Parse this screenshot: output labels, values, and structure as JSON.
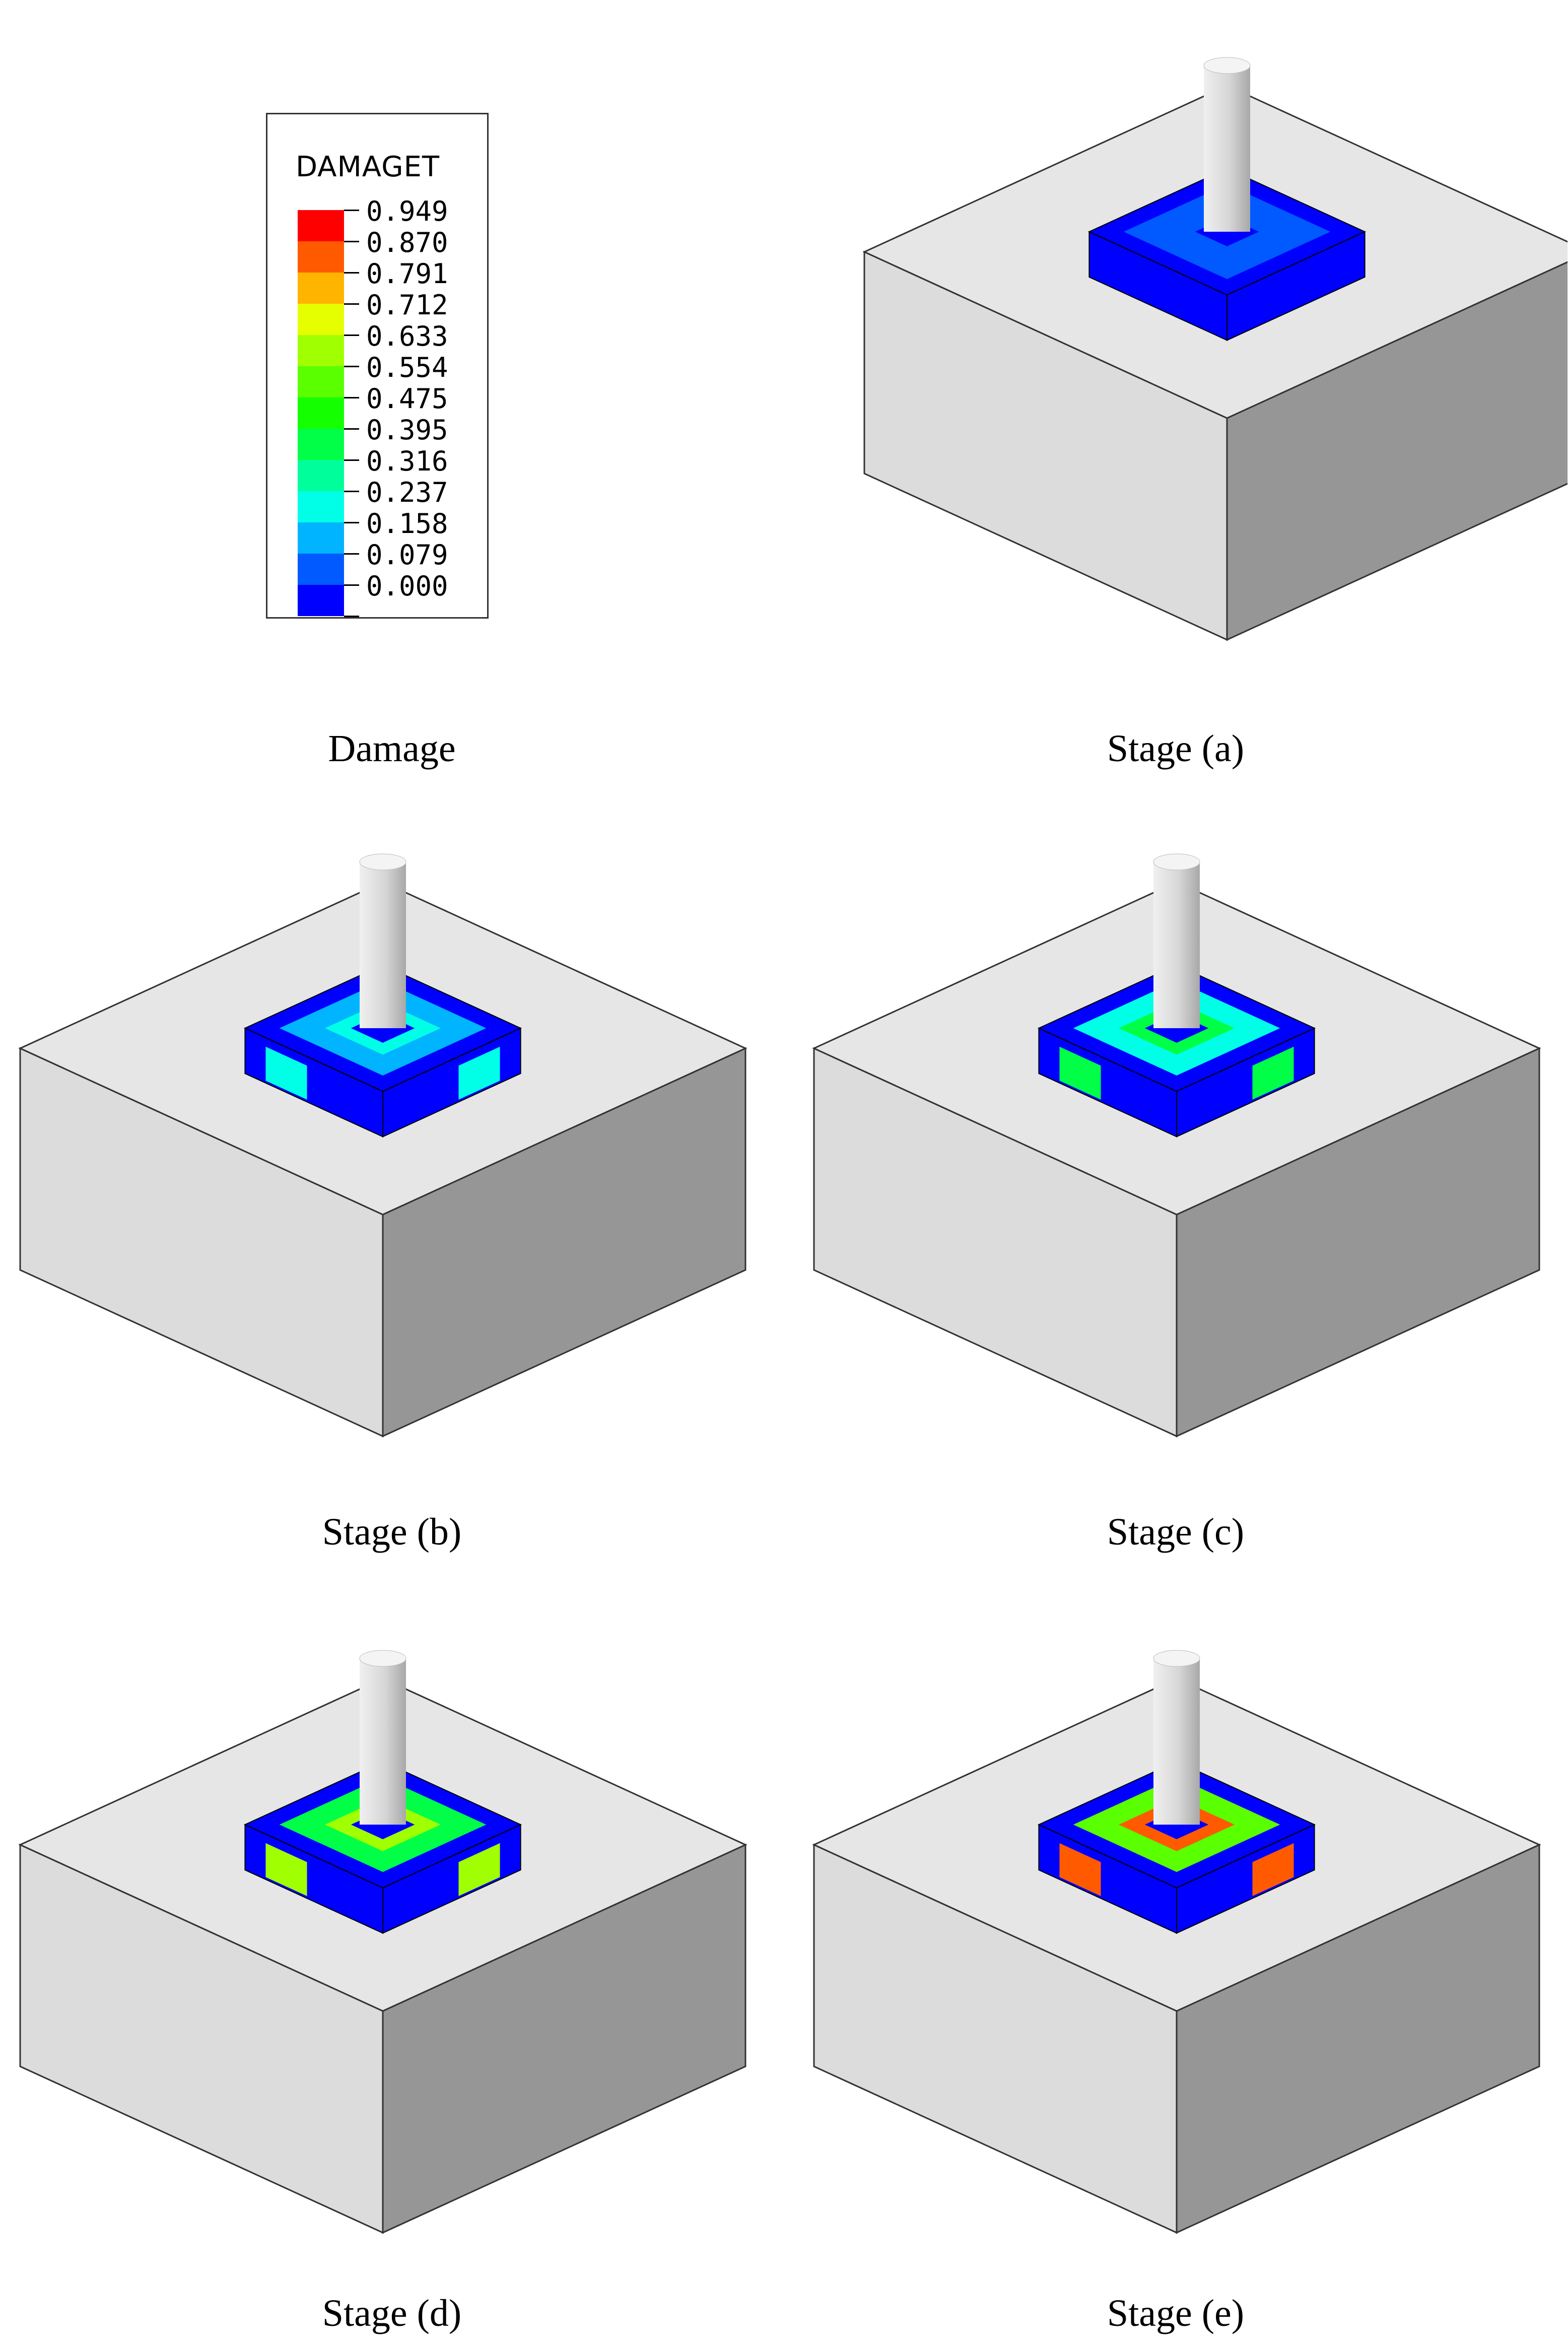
{
  "legend": {
    "title": "DAMAGET",
    "bands": [
      {
        "label": "0.949",
        "color": "#ff0000"
      },
      {
        "label": "0.870",
        "color": "#ff5a00"
      },
      {
        "label": "0.791",
        "color": "#ffb400"
      },
      {
        "label": "0.712",
        "color": "#e6ff00"
      },
      {
        "label": "0.633",
        "color": "#a0ff00"
      },
      {
        "label": "0.554",
        "color": "#5aff00"
      },
      {
        "label": "0.475",
        "color": "#14ff00"
      },
      {
        "label": "0.395",
        "color": "#00ff46"
      },
      {
        "label": "0.316",
        "color": "#00ff9a"
      },
      {
        "label": "0.237",
        "color": "#00ffe6"
      },
      {
        "label": "0.158",
        "color": "#00b4ff"
      },
      {
        "label": "0.079",
        "color": "#005aff"
      },
      {
        "label": "0.000",
        "color": "#0000ff"
      }
    ]
  },
  "panels": [
    {
      "id": "damage",
      "caption": "Damage"
    },
    {
      "id": "a",
      "caption": "Stage (a)",
      "damage_level": 0.12
    },
    {
      "id": "b",
      "caption": "Stage (b)",
      "damage_level": 0.25
    },
    {
      "id": "c",
      "caption": "Stage (c)",
      "damage_level": 0.45
    },
    {
      "id": "d",
      "caption": "Stage (d)",
      "damage_level": 0.7
    },
    {
      "id": "e",
      "caption": "Stage (e)",
      "damage_level": 0.92
    }
  ],
  "colors": {
    "block_top": "#e6e6e6",
    "block_left": "#dcdcdc",
    "block_right": "#969696",
    "edge": "#333333",
    "pile_light": "#f0f0f0",
    "pile_dark": "#a8a8a8"
  }
}
